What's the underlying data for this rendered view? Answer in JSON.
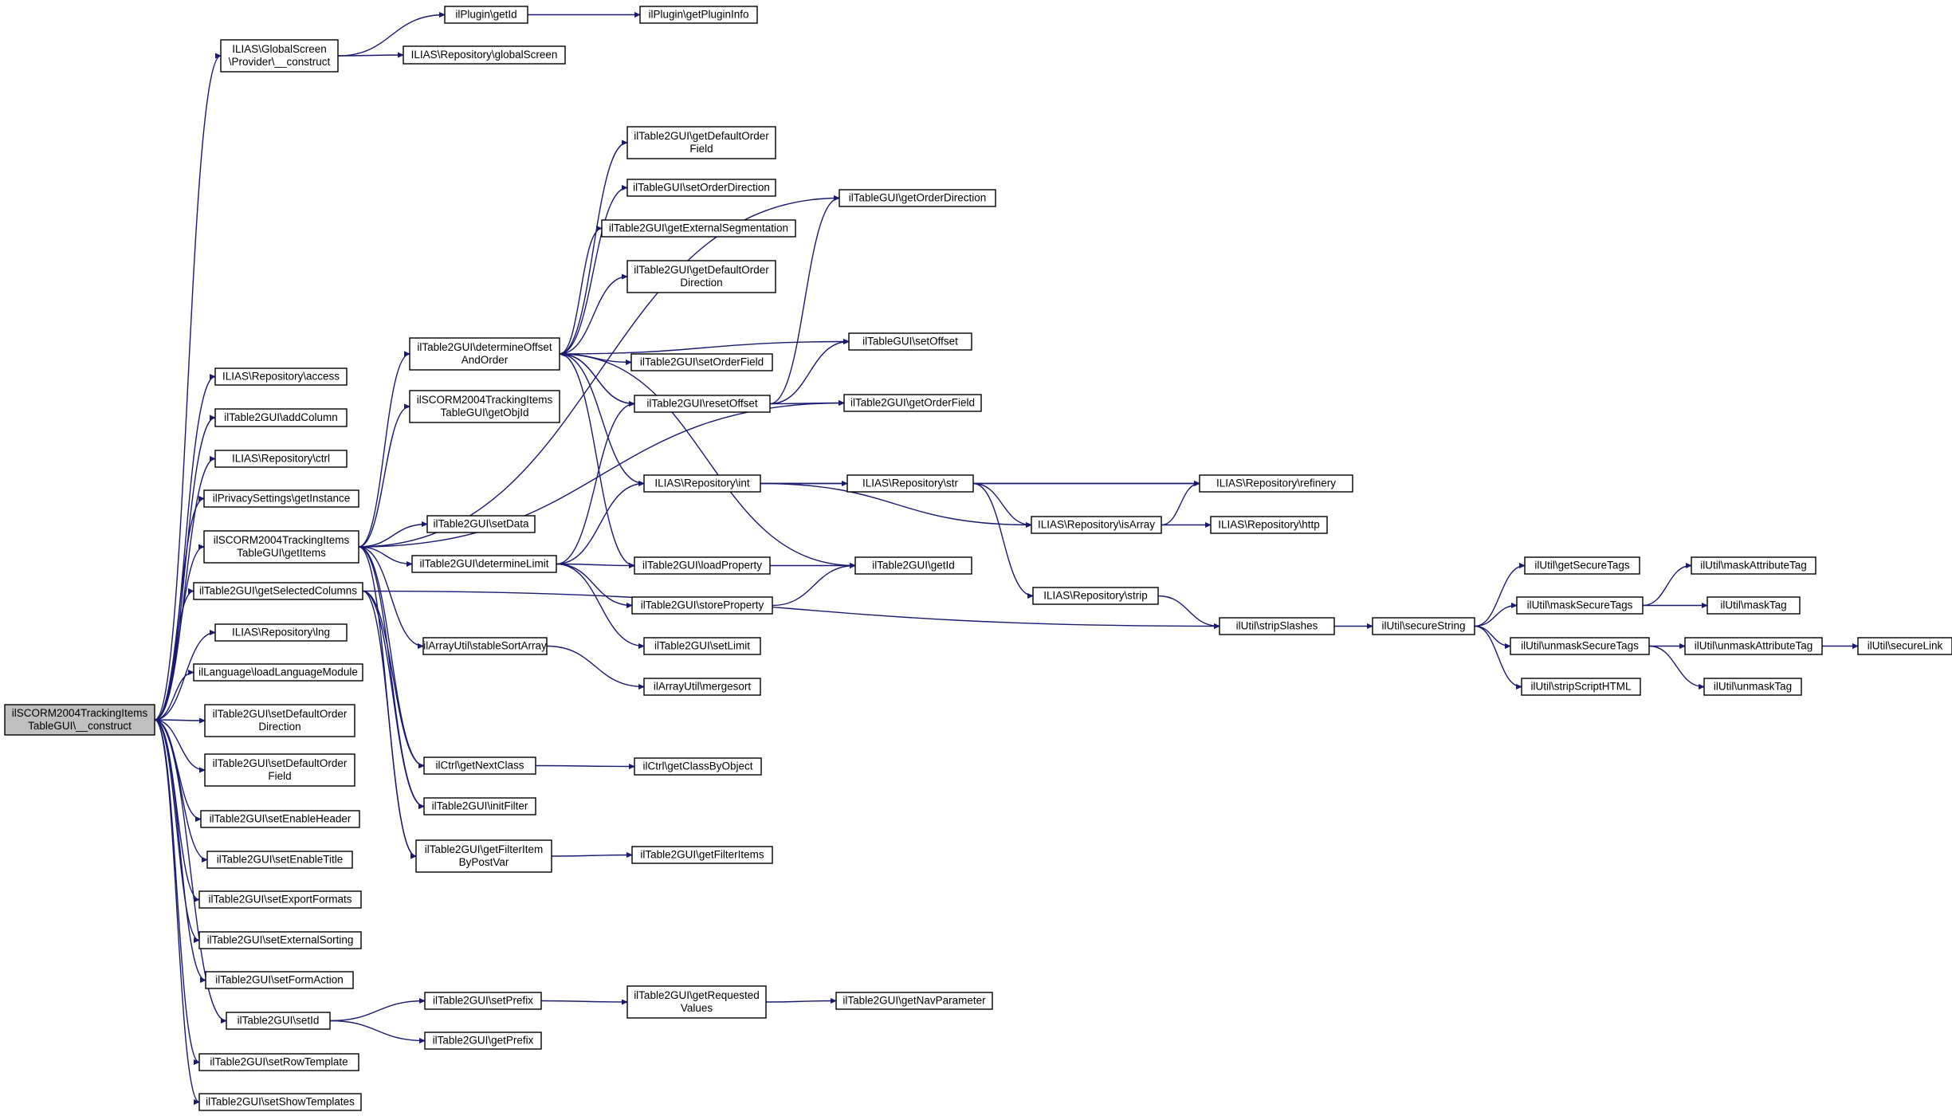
{
  "diagram": {
    "nodes": [
      {
        "id": "root",
        "lines": [
          "ilSCORM2004TrackingItems",
          "TableGUI\\__construct"
        ],
        "root": true
      },
      {
        "id": "gs_construct",
        "lines": [
          "ILIAS\\GlobalScreen",
          "\\Provider\\__construct"
        ]
      },
      {
        "id": "plugin_getId",
        "lines": [
          "ilPlugin\\getId"
        ]
      },
      {
        "id": "plugin_getInfo",
        "lines": [
          "ilPlugin\\getPluginInfo"
        ]
      },
      {
        "id": "repo_globalScreen",
        "lines": [
          "ILIAS\\Repository\\globalScreen"
        ]
      },
      {
        "id": "repo_access",
        "lines": [
          "ILIAS\\Repository\\access"
        ]
      },
      {
        "id": "t2_addColumn",
        "lines": [
          "ilTable2GUI\\addColumn"
        ]
      },
      {
        "id": "repo_ctrl",
        "lines": [
          "ILIAS\\Repository\\ctrl"
        ]
      },
      {
        "id": "privacy_getInstance",
        "lines": [
          "ilPrivacySettings\\getInstance"
        ]
      },
      {
        "id": "getItems",
        "lines": [
          "ilSCORM2004TrackingItems",
          "TableGUI\\getItems"
        ]
      },
      {
        "id": "getSelectedColumns",
        "lines": [
          "ilTable2GUI\\getSelectedColumns"
        ]
      },
      {
        "id": "repo_lng",
        "lines": [
          "ILIAS\\Repository\\lng"
        ]
      },
      {
        "id": "lang_load",
        "lines": [
          "ilLanguage\\loadLanguageModule"
        ]
      },
      {
        "id": "setDefOrderDir",
        "lines": [
          "ilTable2GUI\\setDefaultOrder",
          "Direction"
        ]
      },
      {
        "id": "setDefOrderField",
        "lines": [
          "ilTable2GUI\\setDefaultOrder",
          "Field"
        ]
      },
      {
        "id": "setEnableHeader",
        "lines": [
          "ilTable2GUI\\setEnableHeader"
        ]
      },
      {
        "id": "setEnableTitle",
        "lines": [
          "ilTable2GUI\\setEnableTitle"
        ]
      },
      {
        "id": "setExportFormats",
        "lines": [
          "ilTable2GUI\\setExportFormats"
        ]
      },
      {
        "id": "setExternalSorting",
        "lines": [
          "ilTable2GUI\\setExternalSorting"
        ]
      },
      {
        "id": "setFormAction",
        "lines": [
          "ilTable2GUI\\setFormAction"
        ]
      },
      {
        "id": "t2_setId",
        "lines": [
          "ilTable2GUI\\setId"
        ]
      },
      {
        "id": "setRowTemplate",
        "lines": [
          "ilTable2GUI\\setRowTemplate"
        ]
      },
      {
        "id": "setShowTemplates",
        "lines": [
          "ilTable2GUI\\setShowTemplates"
        ]
      },
      {
        "id": "determineOffset",
        "lines": [
          "ilTable2GUI\\determineOffset",
          "AndOrder"
        ]
      },
      {
        "id": "getObjId",
        "lines": [
          "ilSCORM2004TrackingItems",
          "TableGUI\\getObjId"
        ]
      },
      {
        "id": "setData",
        "lines": [
          "ilTable2GUI\\setData"
        ]
      },
      {
        "id": "determineLimit",
        "lines": [
          "ilTable2GUI\\determineLimit"
        ]
      },
      {
        "id": "stableSortArray",
        "lines": [
          "ilArrayUtil\\stableSortArray"
        ]
      },
      {
        "id": "ctrl_getNextClass",
        "lines": [
          "ilCtrl\\getNextClass"
        ]
      },
      {
        "id": "initFilter",
        "lines": [
          "ilTable2GUI\\initFilter"
        ]
      },
      {
        "id": "getFilterItemByPostVar",
        "lines": [
          "ilTable2GUI\\getFilterItem",
          "ByPostVar"
        ]
      },
      {
        "id": "t2_setPrefix",
        "lines": [
          "ilTable2GUI\\setPrefix"
        ]
      },
      {
        "id": "t2_getPrefix",
        "lines": [
          "ilTable2GUI\\getPrefix"
        ]
      },
      {
        "id": "getDefOrderField",
        "lines": [
          "ilTable2GUI\\getDefaultOrder",
          "Field"
        ]
      },
      {
        "id": "tgui_setOrderDirection",
        "lines": [
          "ilTableGUI\\setOrderDirection"
        ]
      },
      {
        "id": "getExternalSegmentation",
        "lines": [
          "ilTable2GUI\\getExternalSegmentation"
        ]
      },
      {
        "id": "getDefOrderDir",
        "lines": [
          "ilTable2GUI\\getDefaultOrder",
          "Direction"
        ]
      },
      {
        "id": "t2_setOrderField",
        "lines": [
          "ilTable2GUI\\setOrderField"
        ]
      },
      {
        "id": "resetOffset",
        "lines": [
          "ilTable2GUI\\resetOffset"
        ]
      },
      {
        "id": "repo_int",
        "lines": [
          "ILIAS\\Repository\\int"
        ]
      },
      {
        "id": "loadProperty",
        "lines": [
          "ilTable2GUI\\loadProperty"
        ]
      },
      {
        "id": "storeProperty",
        "lines": [
          "ilTable2GUI\\storeProperty"
        ]
      },
      {
        "id": "setLimit",
        "lines": [
          "ilTable2GUI\\setLimit"
        ]
      },
      {
        "id": "mergesort",
        "lines": [
          "ilArrayUtil\\mergesort"
        ]
      },
      {
        "id": "getClassByObject",
        "lines": [
          "ilCtrl\\getClassByObject"
        ]
      },
      {
        "id": "getFilterItems",
        "lines": [
          "ilTable2GUI\\getFilterItems"
        ]
      },
      {
        "id": "getRequestedValues",
        "lines": [
          "ilTable2GUI\\getRequested",
          "Values"
        ]
      },
      {
        "id": "getNavParameter",
        "lines": [
          "ilTable2GUI\\getNavParameter"
        ]
      },
      {
        "id": "tgui_getOrderDirection",
        "lines": [
          "ilTableGUI\\getOrderDirection"
        ]
      },
      {
        "id": "tgui_setOffset",
        "lines": [
          "ilTableGUI\\setOffset"
        ]
      },
      {
        "id": "getOrderField",
        "lines": [
          "ilTable2GUI\\getOrderField"
        ]
      },
      {
        "id": "repo_str",
        "lines": [
          "ILIAS\\Repository\\str"
        ]
      },
      {
        "id": "t2_getId",
        "lines": [
          "ilTable2GUI\\getId"
        ]
      },
      {
        "id": "repo_refinery",
        "lines": [
          "ILIAS\\Repository\\refinery"
        ]
      },
      {
        "id": "repo_isArray",
        "lines": [
          "ILIAS\\Repository\\isArray"
        ]
      },
      {
        "id": "repo_http",
        "lines": [
          "ILIAS\\Repository\\http"
        ]
      },
      {
        "id": "repo_strip",
        "lines": [
          "ILIAS\\Repository\\strip"
        ]
      },
      {
        "id": "stripSlashes",
        "lines": [
          "ilUtil\\stripSlashes"
        ]
      },
      {
        "id": "secureString",
        "lines": [
          "ilUtil\\secureString"
        ]
      },
      {
        "id": "getSecureTags",
        "lines": [
          "ilUtil\\getSecureTags"
        ]
      },
      {
        "id": "maskSecureTags",
        "lines": [
          "ilUtil\\maskSecureTags"
        ]
      },
      {
        "id": "unmaskSecureTags",
        "lines": [
          "ilUtil\\unmaskSecureTags"
        ]
      },
      {
        "id": "stripScriptHTML",
        "lines": [
          "ilUtil\\stripScriptHTML"
        ]
      },
      {
        "id": "maskAttributeTag",
        "lines": [
          "ilUtil\\maskAttributeTag"
        ]
      },
      {
        "id": "maskTag",
        "lines": [
          "ilUtil\\maskTag"
        ]
      },
      {
        "id": "unmaskAttributeTag",
        "lines": [
          "ilUtil\\unmaskAttributeTag"
        ]
      },
      {
        "id": "unmaskTag",
        "lines": [
          "ilUtil\\unmaskTag"
        ]
      },
      {
        "id": "secureLink",
        "lines": [
          "ilUtil\\secureLink"
        ]
      }
    ],
    "edges": [
      [
        "root",
        "gs_construct"
      ],
      [
        "gs_construct",
        "plugin_getId"
      ],
      [
        "plugin_getId",
        "plugin_getInfo"
      ],
      [
        "gs_construct",
        "repo_globalScreen"
      ],
      [
        "root",
        "repo_access"
      ],
      [
        "root",
        "t2_addColumn"
      ],
      [
        "root",
        "repo_ctrl"
      ],
      [
        "root",
        "privacy_getInstance"
      ],
      [
        "root",
        "getItems"
      ],
      [
        "root",
        "getSelectedColumns"
      ],
      [
        "root",
        "repo_lng"
      ],
      [
        "root",
        "lang_load"
      ],
      [
        "root",
        "setDefOrderDir"
      ],
      [
        "root",
        "setDefOrderField"
      ],
      [
        "root",
        "setEnableHeader"
      ],
      [
        "root",
        "setEnableTitle"
      ],
      [
        "root",
        "setExportFormats"
      ],
      [
        "root",
        "setExternalSorting"
      ],
      [
        "root",
        "setFormAction"
      ],
      [
        "root",
        "t2_setId"
      ],
      [
        "root",
        "setRowTemplate"
      ],
      [
        "root",
        "setShowTemplates"
      ],
      [
        "getItems",
        "determineOffset"
      ],
      [
        "getItems",
        "getObjId"
      ],
      [
        "getItems",
        "setData"
      ],
      [
        "getItems",
        "determineLimit"
      ],
      [
        "getItems",
        "stableSortArray"
      ],
      [
        "getItems",
        "ctrl_getNextClass"
      ],
      [
        "getItems",
        "initFilter"
      ],
      [
        "getItems",
        "getFilterItemByPostVar"
      ],
      [
        "getItems",
        "getOrderField"
      ],
      [
        "getItems",
        "tgui_getOrderDirection"
      ],
      [
        "getSelectedColumns",
        "stripSlashes"
      ],
      [
        "getSelectedColumns",
        "ctrl_getNextClass"
      ],
      [
        "getSelectedColumns",
        "initFilter"
      ],
      [
        "getSelectedColumns",
        "getFilterItemByPostVar"
      ],
      [
        "determineOffset",
        "getDefOrderField"
      ],
      [
        "determineOffset",
        "tgui_setOrderDirection"
      ],
      [
        "determineOffset",
        "getExternalSegmentation"
      ],
      [
        "determineOffset",
        "getDefOrderDir"
      ],
      [
        "determineOffset",
        "tgui_setOffset"
      ],
      [
        "determineOffset",
        "t2_setOrderField"
      ],
      [
        "determineOffset",
        "resetOffset"
      ],
      [
        "determineOffset",
        "repo_int"
      ],
      [
        "determineOffset",
        "loadProperty"
      ],
      [
        "determineOffset",
        "t2_getId"
      ],
      [
        "resetOffset",
        "determineOffset"
      ],
      [
        "resetOffset",
        "tgui_getOrderDirection"
      ],
      [
        "resetOffset",
        "tgui_setOffset"
      ],
      [
        "resetOffset",
        "getOrderField"
      ],
      [
        "determineLimit",
        "resetOffset"
      ],
      [
        "determineLimit",
        "repo_int"
      ],
      [
        "determineLimit",
        "loadProperty"
      ],
      [
        "determineLimit",
        "storeProperty"
      ],
      [
        "determineLimit",
        "setLimit"
      ],
      [
        "stableSortArray",
        "mergesort"
      ],
      [
        "ctrl_getNextClass",
        "getClassByObject"
      ],
      [
        "getFilterItemByPostVar",
        "getFilterItems"
      ],
      [
        "t2_setId",
        "t2_setPrefix"
      ],
      [
        "t2_setId",
        "t2_getPrefix"
      ],
      [
        "t2_setPrefix",
        "getRequestedValues"
      ],
      [
        "getRequestedValues",
        "getNavParameter"
      ],
      [
        "repo_int",
        "repo_refinery"
      ],
      [
        "repo_int",
        "repo_str"
      ],
      [
        "repo_int",
        "repo_isArray"
      ],
      [
        "repo_str",
        "repo_refinery"
      ],
      [
        "repo_str",
        "repo_isArray"
      ],
      [
        "repo_str",
        "repo_strip"
      ],
      [
        "repo_isArray",
        "repo_refinery"
      ],
      [
        "repo_isArray",
        "repo_http"
      ],
      [
        "loadProperty",
        "t2_getId"
      ],
      [
        "storeProperty",
        "t2_getId"
      ],
      [
        "repo_strip",
        "stripSlashes"
      ],
      [
        "stripSlashes",
        "secureString"
      ],
      [
        "secureString",
        "getSecureTags"
      ],
      [
        "secureString",
        "maskSecureTags"
      ],
      [
        "secureString",
        "unmaskSecureTags"
      ],
      [
        "secureString",
        "stripScriptHTML"
      ],
      [
        "maskSecureTags",
        "maskAttributeTag"
      ],
      [
        "maskSecureTags",
        "maskTag"
      ],
      [
        "unmaskSecureTags",
        "unmaskAttributeTag"
      ],
      [
        "unmaskSecureTags",
        "unmaskTag"
      ],
      [
        "unmaskAttributeTag",
        "secureLink"
      ]
    ]
  }
}
